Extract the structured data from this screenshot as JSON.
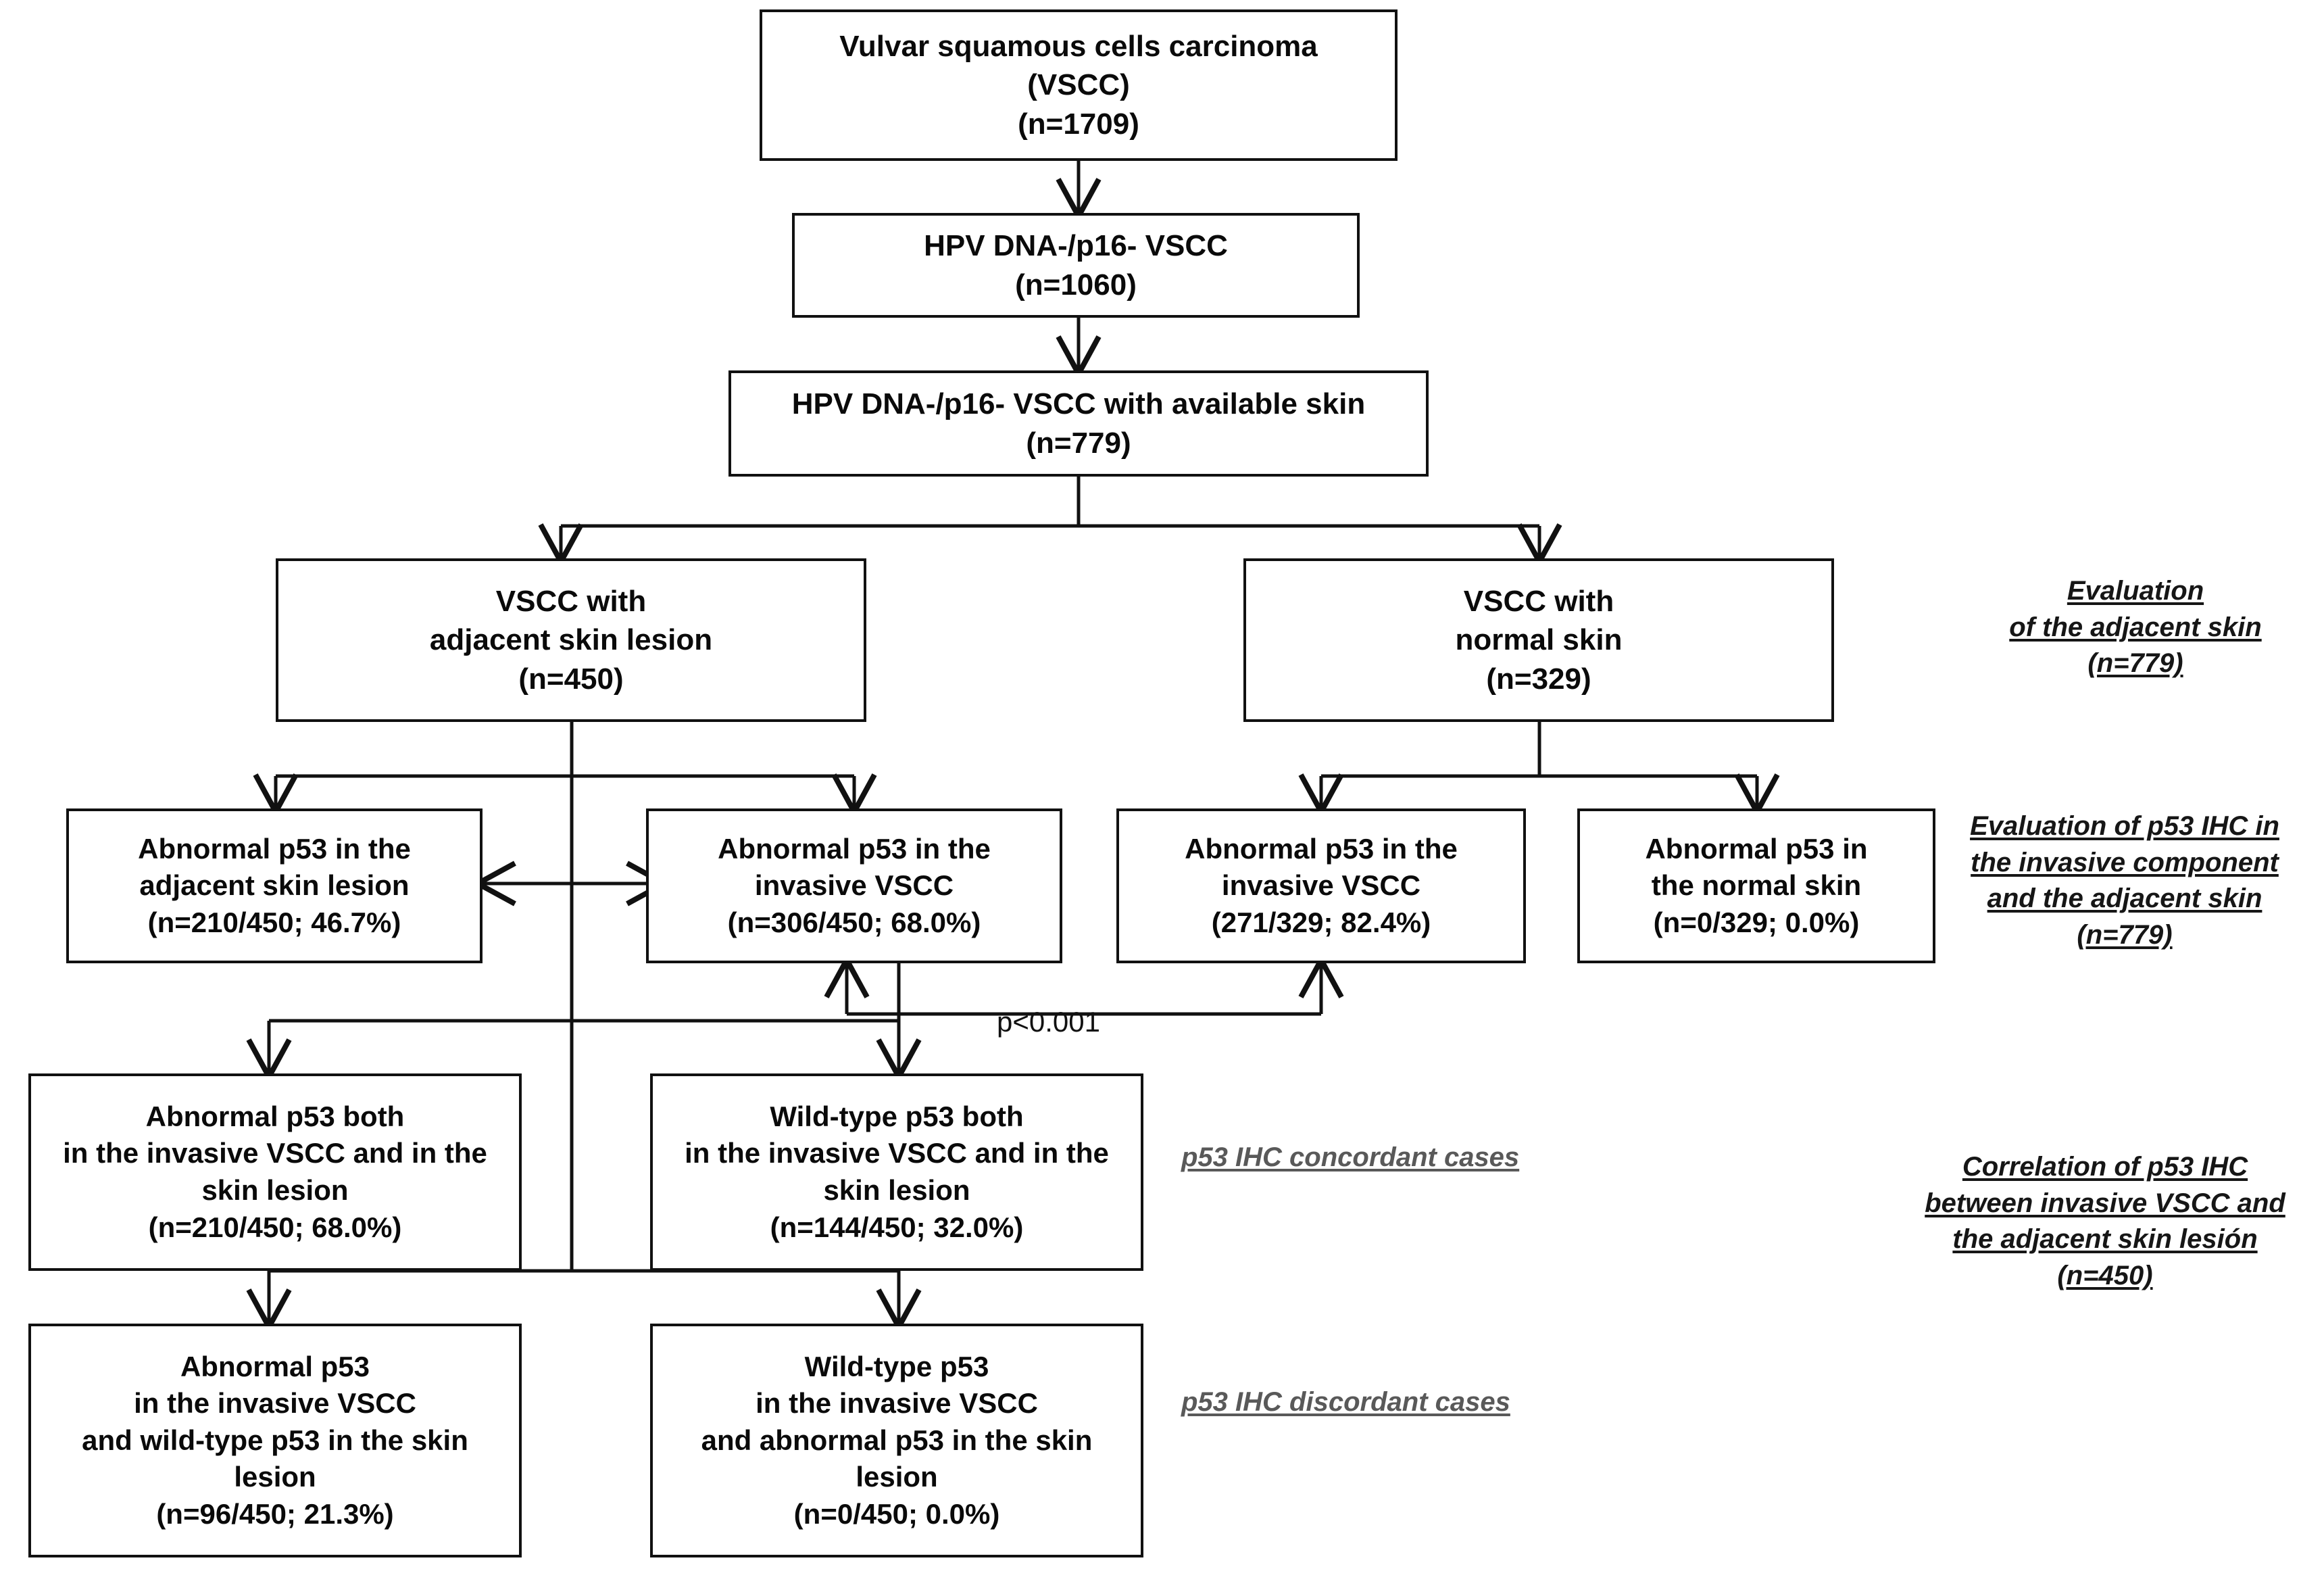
{
  "diagram": {
    "title": "Vulvar squamous cell carcinoma p53 IHC flowchart",
    "line_color": "#111111",
    "box_border_color": "#111111",
    "case_label_color": "#595959",
    "nodes": {
      "vscc_total": {
        "l1": "Vulvar squamous cells carcinoma",
        "l2": "(VSCC)",
        "l3": "(n=1709)"
      },
      "hpv_neg": {
        "l1": "HPV DNA-/p16- VSCC",
        "l2": "(n=1060)"
      },
      "hpv_neg_skin": {
        "l1": "HPV DNA-/p16- VSCC with available skin",
        "l2": "(n=779)"
      },
      "vscc_adjacent": {
        "l1": "VSCC with",
        "l2": "adjacent skin lesion",
        "l3": "(n=450)"
      },
      "vscc_normal": {
        "l1": "VSCC with",
        "l2": "normal skin",
        "l3": "(n=329)"
      },
      "abn_adjacent_skin": {
        "l1": "Abnormal  p53 in the",
        "l2": "adjacent skin lesion",
        "l3": "(n=210/450; 46.7%)"
      },
      "abn_invasive_450": {
        "l1": "Abnormal  p53 in the",
        "l2": "invasive VSCC",
        "l3": "(n=306/450; 68.0%)"
      },
      "abn_invasive_329": {
        "l1": "Abnormal p53 in the",
        "l2": "invasive VSCC",
        "l3": "(271/329; 82.4%)"
      },
      "abn_normal_skin": {
        "l1": "Abnormal  p53 in",
        "l2": "the normal skin",
        "l3": "(n=0/329; 0.0%)"
      },
      "concordant_abnormal": {
        "l1": "Abnormal p53 both",
        "l2": "in the invasive VSCC and in the",
        "l3": "skin lesion",
        "l4": "(n=210/450; 68.0%)"
      },
      "concordant_wildtype": {
        "l1": "Wild-type p53 both",
        "l2": "in the invasive VSCC and in the",
        "l3": "skin lesion",
        "l4": "(n=144/450; 32.0%)"
      },
      "discordant_abnormal": {
        "l1": "Abnormal p53",
        "l2": "in the invasive VSCC",
        "l3": "and wild-type p53 in the skin",
        "l4": "lesion",
        "l5": "(n=96/450; 21.3%)"
      },
      "discordant_wildtype": {
        "l1": "Wild-type p53",
        "l2": "in the invasive VSCC",
        "l3": "and abnormal p53 in the skin",
        "l4": "lesion",
        "l5": "(n=0/450; 0.0%)"
      }
    },
    "annotations": {
      "evaluation_adjacent_skin": {
        "l1": "Evaluation",
        "l2": "of the adjacent skin",
        "l3": "(n=779)"
      },
      "evaluation_p53_ihc": {
        "l1": "Evaluation of p53 IHC in",
        "l2": "the invasive component",
        "l3": "and the adjacent skin",
        "l4": "(n=779)"
      },
      "correlation_p53_ihc": {
        "l1": "Correlation of p53 IHC",
        "l2": "between invasive VSCC and",
        "l3": "the adjacent skin lesión",
        "l4": "(n=450)"
      },
      "concordant_cases": "p53 IHC concordant cases",
      "discordant_cases": "p53 IHC discordant cases",
      "p_value": "p<0.001"
    }
  }
}
